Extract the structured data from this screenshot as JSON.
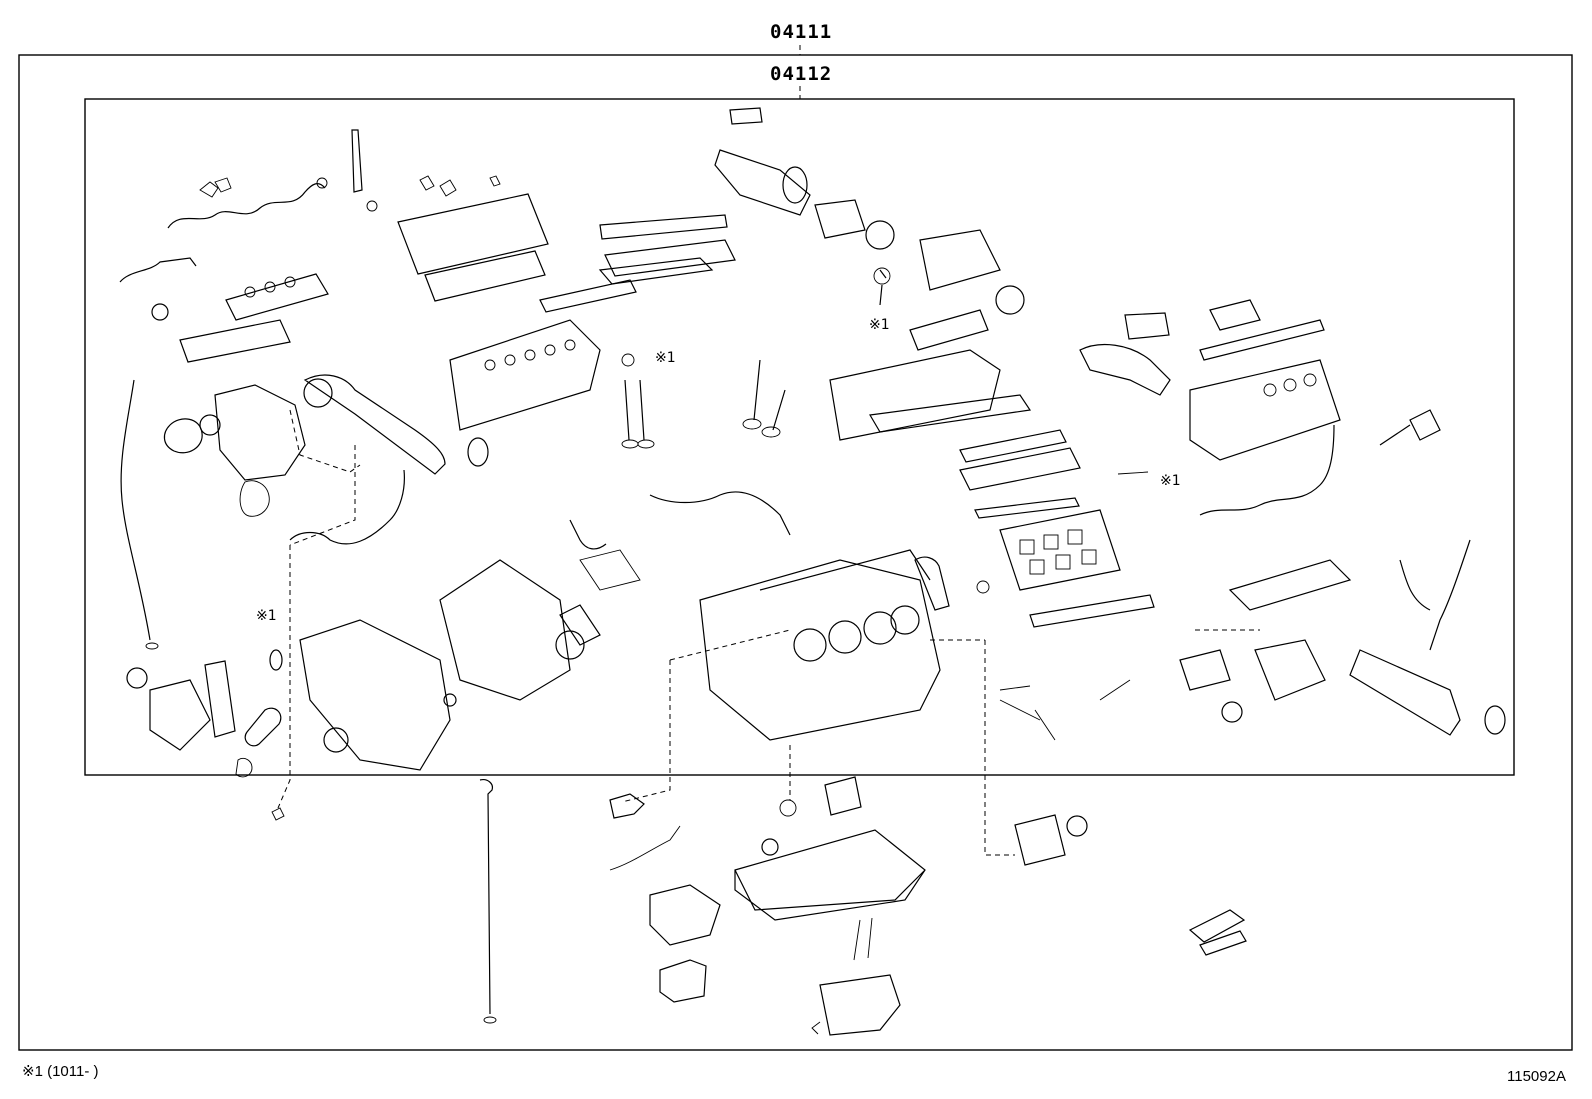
{
  "diagram": {
    "outer_label": "04111",
    "inner_label": "04112",
    "callout_mark": "※1",
    "footnote": "※1 (1011-      )",
    "figure_code": "115092A"
  }
}
